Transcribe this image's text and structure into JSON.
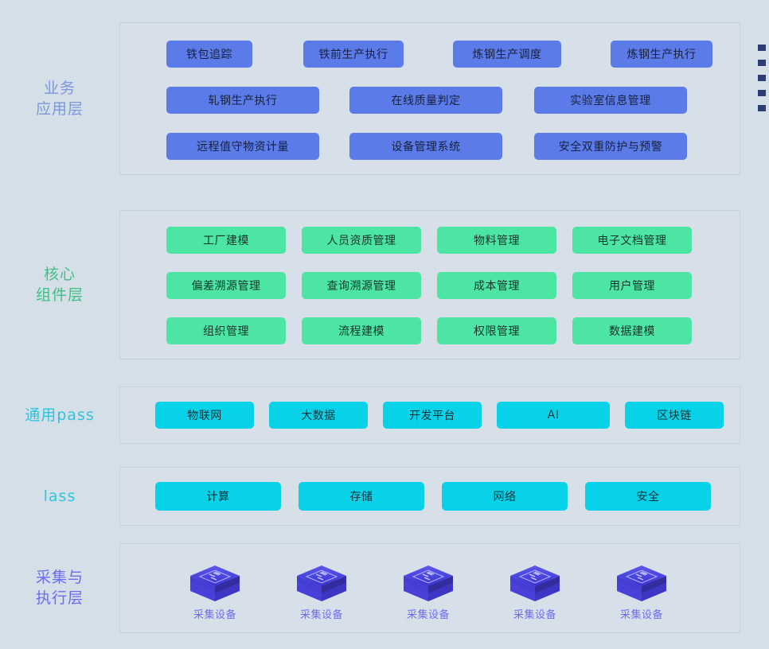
{
  "layers": [
    {
      "id": "business-application",
      "label": "业务\n应用层",
      "color": "#5b7be9",
      "label_color": "#7e97da",
      "rows": [
        [
          "铁包追踪",
          "铁前生产执行",
          "炼钢生产调度",
          "炼钢生产执行"
        ],
        [
          "轧钢生产执行",
          "在线质量判定",
          "实验室信息管理"
        ],
        [
          "远程值守物资计量",
          "设备管理系统",
          "安全双重防护与预警"
        ]
      ]
    },
    {
      "id": "core-component",
      "label": "核心\n组件层",
      "color": "#4ce5a4",
      "label_color": "#3fbf85",
      "rows": [
        [
          "工厂建模",
          "人员资质管理",
          "物料管理",
          "电子文档管理"
        ],
        [
          "偏差溯源管理",
          "查询溯源管理",
          "成本管理",
          "用户管理"
        ],
        [
          "组织管理",
          "流程建模",
          "权限管理",
          "数据建模"
        ]
      ]
    },
    {
      "id": "general-paas",
      "label": "通用pass",
      "color": "#07d2e7",
      "label_color": "#2dc4dd",
      "rows": [
        [
          "物联网",
          "大数据",
          "开发平台",
          "AI",
          "区块链"
        ]
      ]
    },
    {
      "id": "iaas",
      "label": "lass",
      "color": "#07d2e7",
      "label_color": "#2dc4dd",
      "rows": [
        [
          "计算",
          "存储",
          "网络",
          "安全"
        ]
      ]
    },
    {
      "id": "collection-execution",
      "label": "采集与\n执行层",
      "color": "#5b55e8",
      "label_color": "#6a6ded",
      "devices": [
        {
          "icon": "device-cube-icon",
          "caption": "采集设备"
        },
        {
          "icon": "device-cube-icon",
          "caption": "采集设备"
        },
        {
          "icon": "device-cube-icon",
          "caption": "采集设备"
        },
        {
          "icon": "device-cube-icon",
          "caption": "采集设备"
        },
        {
          "icon": "device-cube-icon",
          "caption": "采集设备"
        }
      ]
    }
  ],
  "edge_legend": {
    "marker_color": "#2b3d74",
    "count": 5
  },
  "canvas": {
    "background": "#d5dfe8",
    "panel_border": "#c3d2de"
  }
}
